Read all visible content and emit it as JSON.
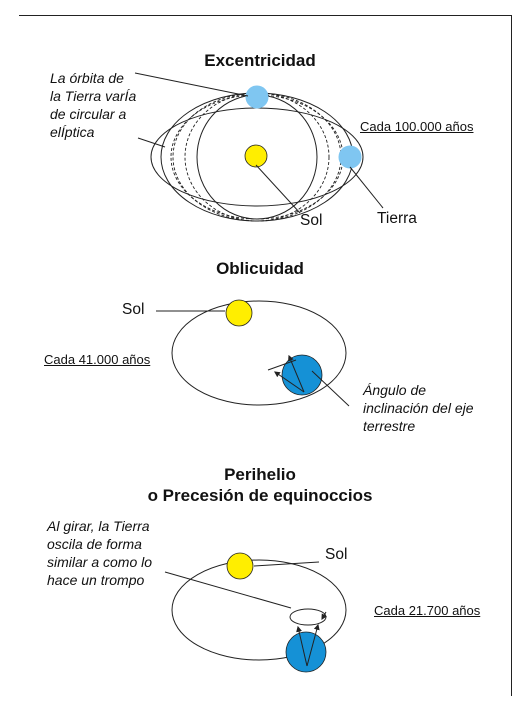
{
  "colors": {
    "sun": "#ffee00",
    "earth_light": "#7fc6f1",
    "earth_dark": "#1591d6",
    "line": "#222222"
  },
  "sections": {
    "excentricidad": {
      "title": "Excentricidad",
      "note_lines": [
        "La órbita de",
        "la Tierra varÍa",
        "de circular a",
        "elÍptica"
      ],
      "cycle": "Cada 100.000 años",
      "sun_label": "Sol",
      "earth_label": "Tierra"
    },
    "oblicuidad": {
      "title": "Oblicuidad",
      "sun_label": "Sol",
      "cycle": "Cada 41.000 años",
      "angle_lines": [
        "Ángulo de",
        "inclinación del eje",
        "terrestre"
      ]
    },
    "perihelio": {
      "title_lines": [
        "Perihelio",
        "o Precesión de equinoccios"
      ],
      "note_lines": [
        "Al girar, la Tierra",
        "oscila de forma",
        "similar a como lo",
        "hace un trompo"
      ],
      "sun_label": "Sol",
      "cycle": "Cada 21.700 años"
    }
  }
}
